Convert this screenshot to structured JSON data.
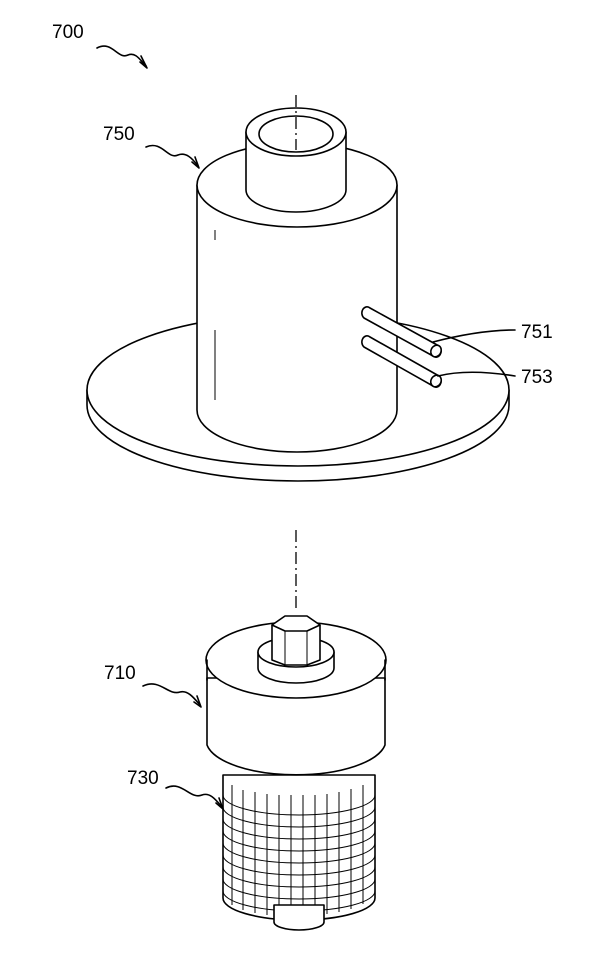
{
  "labels": {
    "assembly": "700",
    "upper_body": "750",
    "tube_upper": "751",
    "tube_lower": "753",
    "lower_body": "710",
    "filter": "730"
  }
}
